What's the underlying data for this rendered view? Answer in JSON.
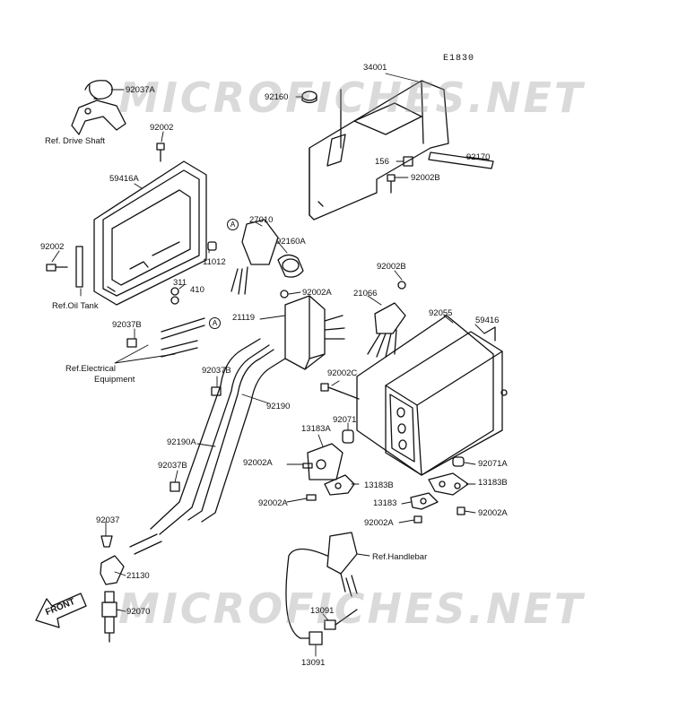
{
  "diagram": {
    "code": "E1830",
    "watermark": "MICROFICHES.NET",
    "front_label": "FRONT",
    "callout_marker": "A",
    "parts": {
      "p34001": "34001",
      "p92160": "92160",
      "p92170": "92170",
      "p156": "156",
      "p92002B_top": "92002B",
      "p92037A": "92037A",
      "ref_drive_shaft": "Ref. Drive Shaft",
      "p92002_top": "92002",
      "p59416A": "59416A",
      "p92002_left": "92002",
      "ref_oil_tank": "Ref.Oil Tank",
      "p27010": "27010",
      "p92160A": "92160A",
      "p11012": "11012",
      "p311": "311",
      "p410": "410",
      "p92002A_mid": "92002A",
      "p92002B_mid": "92002B",
      "p21066": "21066",
      "p92055": "92055",
      "p59416": "59416",
      "p21119": "21119",
      "p92037B_1": "92037B",
      "ref_electrical": "Ref.Electrical",
      "equipment": "Equipment",
      "p92037B_2": "92037B",
      "p92002C": "92002C",
      "p92190": "92190",
      "p92071": "92071",
      "p13183A": "13183A",
      "p92190A": "92190A",
      "p92002A_a": "92002A",
      "p92037B_3": "92037B",
      "p13183B_a": "13183B",
      "p92071A": "92071A",
      "p13183B_b": "13183B",
      "p92002A_b": "92002A",
      "p13183": "13183",
      "p92002A_c": "92002A",
      "p92002A_d": "92002A",
      "p92037": "92037",
      "ref_handlebar": "Ref.Handlebar",
      "p21130": "21130",
      "p13091_a": "13091",
      "p92070": "92070",
      "p13091_b": "13091"
    }
  }
}
